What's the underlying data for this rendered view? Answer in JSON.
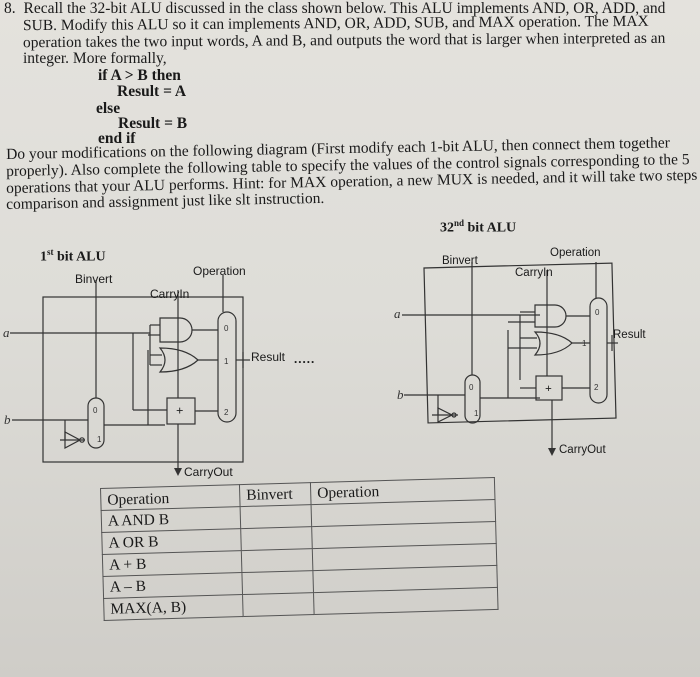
{
  "problem": {
    "number": "8.",
    "lines": [
      "Recall the 32-bit ALU discussed in the class shown below. This ALU implements AND, OR, ADD, and",
      "SUB. Modify this ALU so it can implements AND, OR, ADD, SUB, and MAX operation. The MAX",
      "operation takes the two input words, A and B, and outputs the word that is larger when interpreted as an",
      "integer. More formally,"
    ],
    "pseudo": [
      "if A > B then",
      "Result = A",
      "else",
      "Result = B",
      "end if"
    ],
    "lines2": [
      "Do your modifications on the following diagram (First modify each 1-bit ALU, then connect them together",
      "properly). Also complete the following table to specify the values of the control signals corresponding to the 5",
      "operations that your ALU performs. Hint: for MAX operation, a new MUX is needed, and it will take two steps",
      "comparison and assignment just like slt instruction."
    ]
  },
  "alu1": {
    "title": "1",
    "title_sup": "st",
    "title_rest": " bit ALU",
    "binvert": "Binvert",
    "operation": "Operation",
    "carryin": "CarryIn",
    "a": "a",
    "b": "b",
    "result": "Result",
    "dots": ".....",
    "carryout": "CarryOut",
    "mux_labels": [
      "0",
      "1",
      "2"
    ],
    "bmux_labels": [
      "0",
      "1"
    ],
    "plus": "+"
  },
  "alu32": {
    "title": "32",
    "title_sup": "nd",
    "title_rest": " bit ALU",
    "binvert": "Binvert",
    "operation": "Operation",
    "carryin": "CarryIn",
    "a": "a",
    "b": "b",
    "result": "Result",
    "carryout": "CarryOut",
    "mux_labels": [
      "0",
      "1",
      "2"
    ],
    "bmux_labels": [
      "0",
      "1"
    ],
    "plus": "+"
  },
  "table": {
    "headers": [
      "Operation",
      "Binvert",
      "Operation"
    ],
    "rows": [
      "A AND B",
      "A OR B",
      "A + B",
      "A – B",
      "MAX(A, B)"
    ]
  }
}
